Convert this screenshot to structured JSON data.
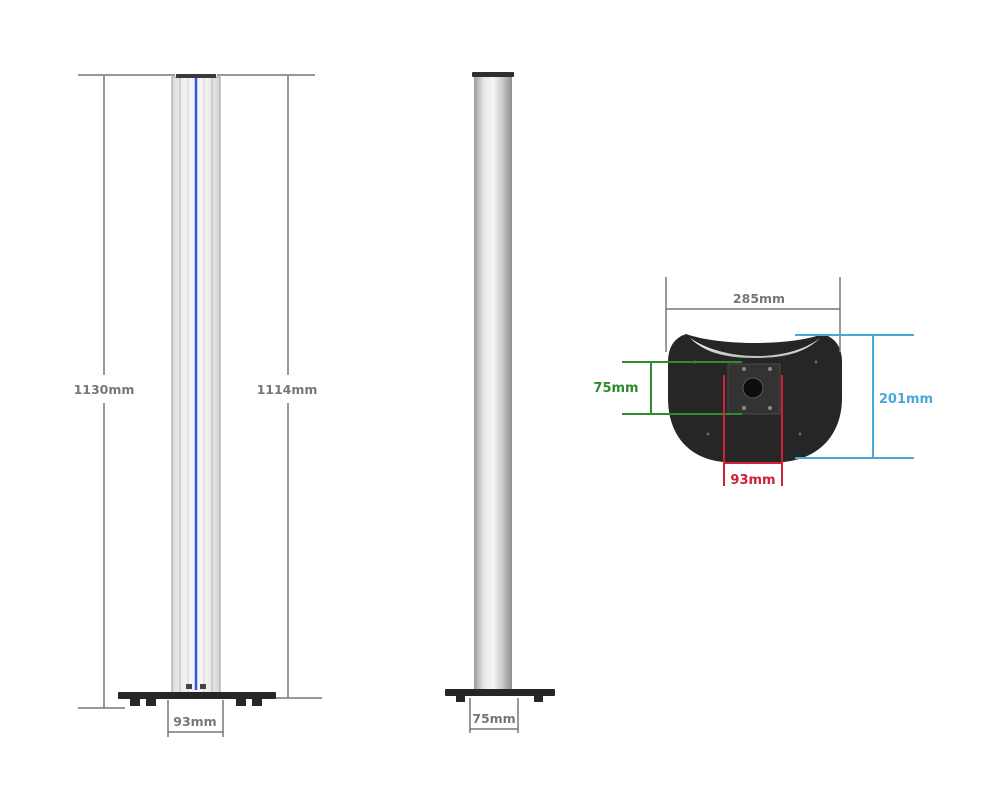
{
  "front_view": {
    "total_height_label": "1130mm",
    "column_height_label": "1114mm",
    "base_width_label": "93mm"
  },
  "side_view": {
    "tube_width_label": "75mm"
  },
  "base_top_view": {
    "width_label": "285mm",
    "depth_label": "201mm",
    "hole_spacing_vertical_label": "75mm",
    "hole_spacing_horizontal_label": "93mm"
  },
  "colors": {
    "dimension_gray": "#777777",
    "dimension_green": "#2e8b2e",
    "dimension_blue": "#4aa8d8",
    "dimension_red": "#d0203a",
    "center_line_blue": "#2a5bd7",
    "base_plate": "#262626"
  }
}
